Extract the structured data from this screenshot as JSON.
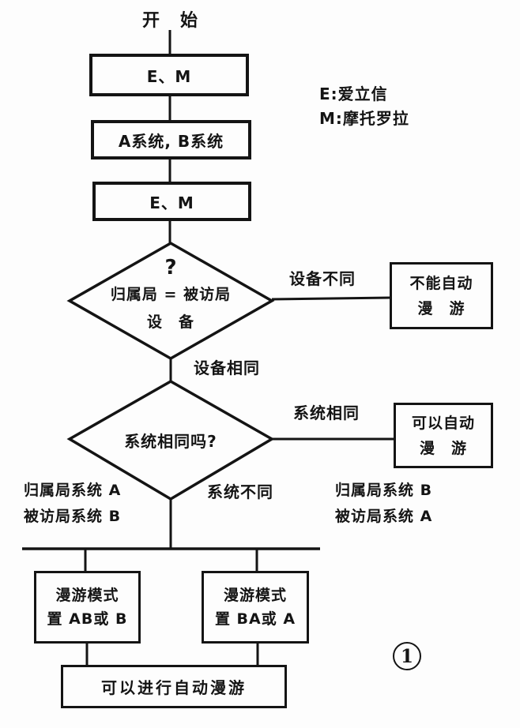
{
  "diagram": {
    "start_label": "开　始",
    "legend": {
      "e": "E:爱立信",
      "m": "M:摩托罗拉"
    },
    "boxes": {
      "box_em_top": "E、M",
      "box_systems": "A系统, B系统",
      "box_em_mid": "E、M",
      "box_no_auto_roam": {
        "line1": "不能自动",
        "line2": "漫　游"
      },
      "box_can_auto_roam": {
        "line1": "可以自动",
        "line2": "漫　游"
      },
      "box_mode_left": {
        "line1": "漫游模式",
        "line2": "置 AB或 B"
      },
      "box_mode_right": {
        "line1": "漫游模式",
        "line2": "置 BA或 A"
      },
      "box_final": "可以进行自动漫游"
    },
    "decisions": {
      "d1": {
        "mark": "?",
        "line1": "归属局 = 被访局",
        "line2": "设　备"
      },
      "d2": {
        "line1": "系统相同吗?"
      }
    },
    "edges": {
      "device_diff": "设备不同",
      "device_same": "设备相同",
      "sys_same": "系统相同",
      "sys_diff": "系统不同"
    },
    "notes": {
      "left": {
        "line1": "归属局系统 A",
        "line2": "被访局系统 B"
      },
      "right": {
        "line1": "归属局系统 B",
        "line2": "被访局系统 A"
      }
    },
    "page_marker": "1",
    "colors": {
      "ink": "#141414",
      "background": "#fdfdfd"
    }
  }
}
